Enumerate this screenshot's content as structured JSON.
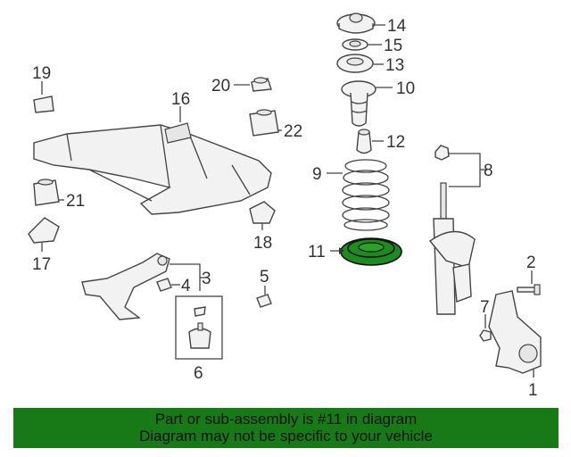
{
  "callouts": {
    "c1": "1",
    "c2": "2",
    "c3": "3",
    "c4": "4",
    "c5": "5",
    "c6": "6",
    "c7": "7",
    "c8": "8",
    "c9": "9",
    "c10": "10",
    "c11": "11",
    "c12": "12",
    "c13": "13",
    "c14": "14",
    "c15": "15",
    "c16": "16",
    "c17": "17",
    "c18": "18",
    "c19": "19",
    "c20": "20",
    "c21": "21",
    "c22": "22"
  },
  "banner": {
    "line1": "Part or sub-assembly is #11 in diagram",
    "line2": "Diagram may not be specific to your vehicle"
  },
  "colors": {
    "highlight": "#1e8b1e",
    "banner_bg": "#177a17"
  },
  "highlighted_part": "11"
}
